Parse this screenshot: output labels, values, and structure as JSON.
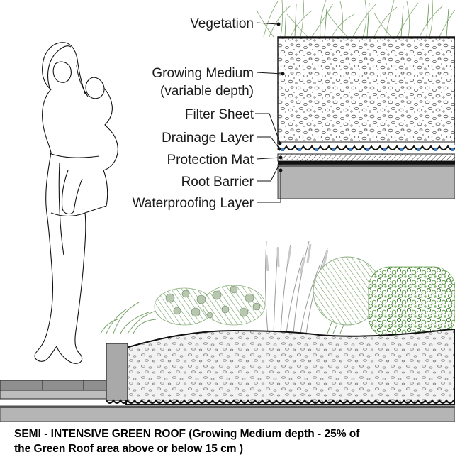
{
  "labels": {
    "vegetation": "Vegetation",
    "growing_medium": "Growing Medium",
    "variable_depth": "(variable depth)",
    "filter_sheet": "Filter Sheet",
    "drainage_layer": "Drainage Layer",
    "protection_mat": "Protection Mat",
    "root_barrier": "Root Barrier",
    "waterproofing_layer": "Waterproofing Layer"
  },
  "caption": {
    "line1": "SEMI - INTENSIVE GREEN ROOF (Growing Medium depth - 25% of",
    "line2": "the Green Roof area above or below 15 cm )"
  },
  "colors": {
    "ink": "#1a1a1a",
    "water": "#3b7fc4",
    "slab": "#b5b5b5",
    "grass": "#7aa36b",
    "foliage": "#4f8a3c",
    "gravel_bg": "#f4f4f4"
  }
}
